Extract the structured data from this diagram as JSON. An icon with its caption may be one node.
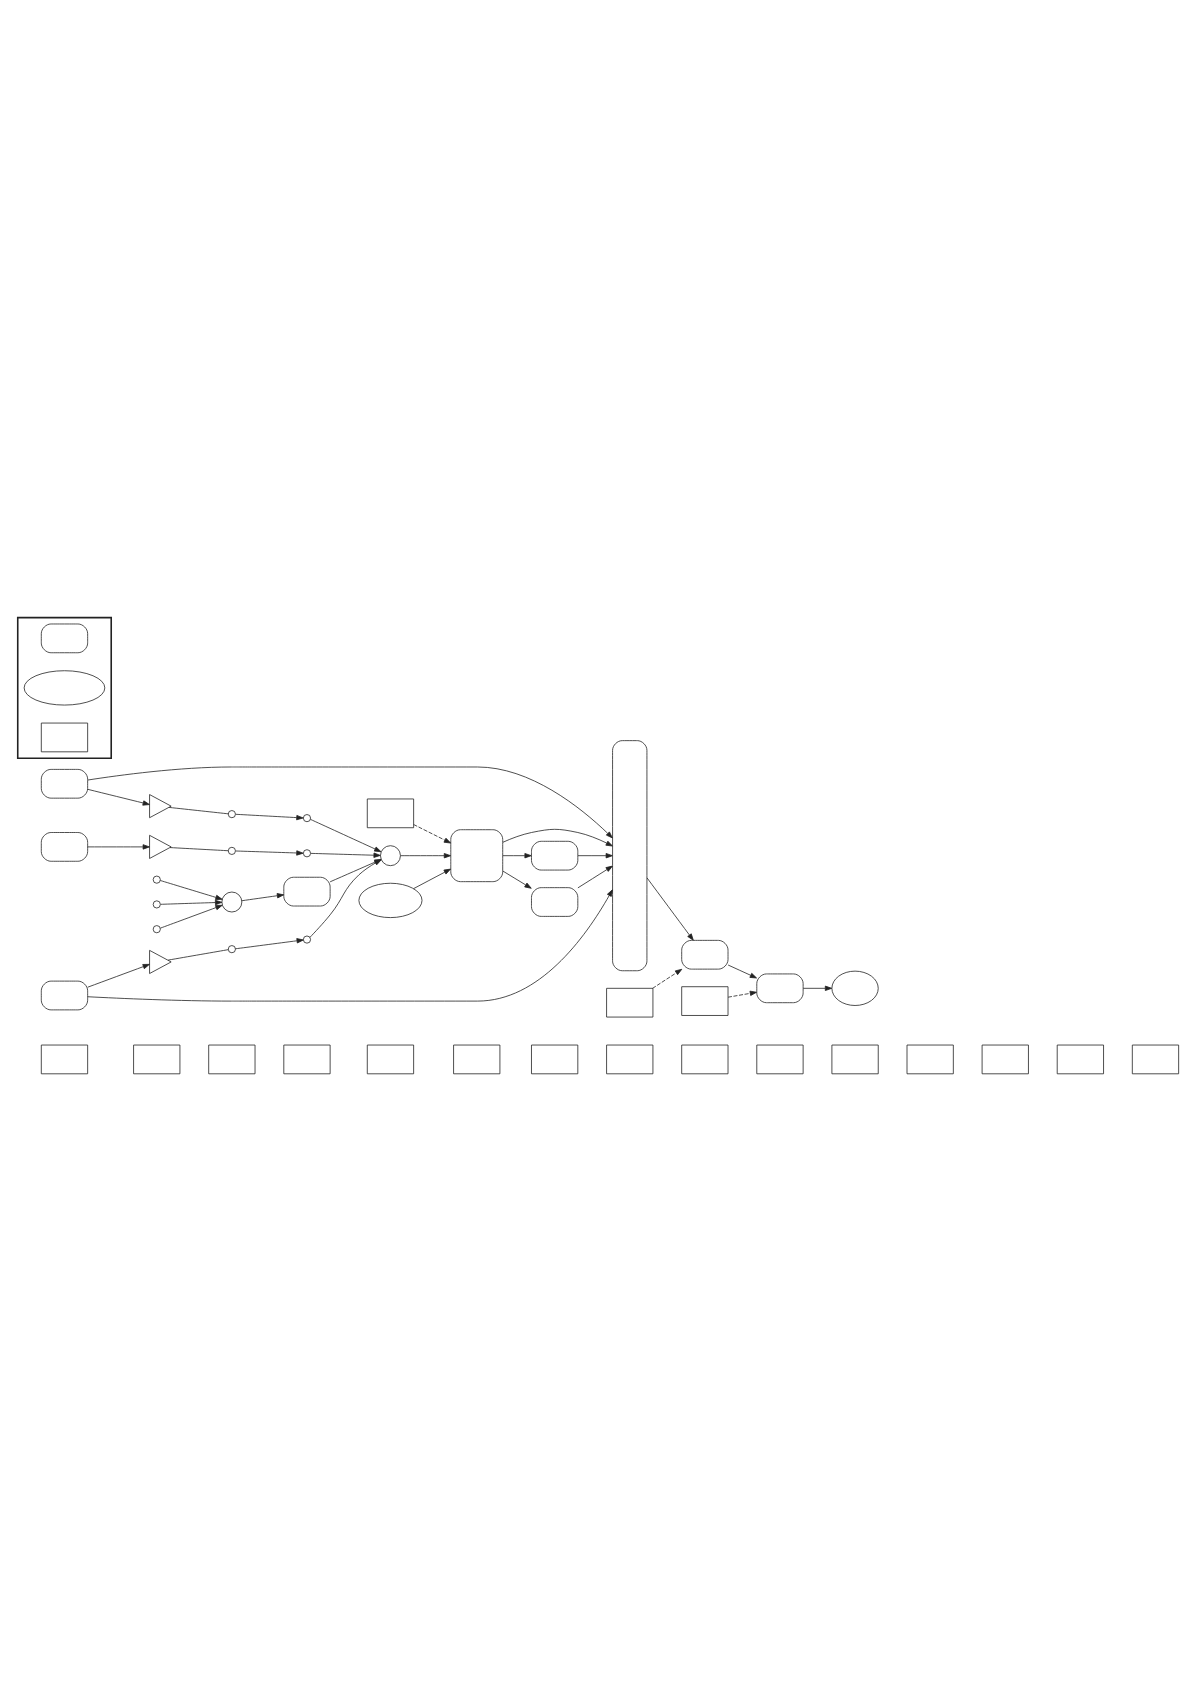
{
  "diagram": {
    "nodes": [
      {
        "text": [],
        "shape": "box"
      },
      {
        "text": [],
        "shape": "box"
      },
      {
        "text": [],
        "shape": "box"
      },
      {
        "text": [],
        "shape": "box"
      },
      {
        "text": [],
        "shape": "box"
      },
      {
        "text": [],
        "shape": "box"
      },
      {
        "text": [],
        "shape": "box"
      },
      {
        "text": [],
        "shape": "box"
      },
      {
        "text": [],
        "shape": "box"
      },
      {
        "text": [],
        "shape": "box"
      },
      {
        "text": [],
        "shape": "box"
      },
      {
        "text": [],
        "shape": "box"
      },
      {
        "text": [],
        "shape": "box"
      },
      {
        "text": [],
        "shape": "box"
      },
      {
        "text": [],
        "shape": "box"
      },
      {
        "text": [],
        "shape": "box"
      },
      {
        "text": [],
        "shape": "box"
      },
      {
        "text": [],
        "shape": "box"
      },
      {
        "text": [],
        "shape": "triangle"
      },
      {
        "text": [],
        "shape": "triangle"
      },
      {
        "text": [],
        "shape": "triangle"
      },
      {
        "text": [],
        "shape": "circle"
      },
      {
        "text": [],
        "shape": "circle"
      },
      {
        "text": [],
        "shape": "circle"
      },
      {
        "text": [],
        "shape": "circle"
      },
      {
        "text": [],
        "shape": "circle"
      },
      {
        "text": [],
        "shape": "circle"
      },
      {
        "text": [],
        "shape": "circle"
      },
      {
        "text": [],
        "shape": "circle"
      },
      {
        "text": [],
        "shape": "circle"
      },
      {
        "text": [],
        "shape": "circle"
      },
      {
        "text": [],
        "shape": "box"
      },
      {
        "text": [],
        "shape": "circle"
      },
      {
        "text": [],
        "shape": "box"
      },
      {
        "text": [],
        "shape": "box"
      },
      {
        "text": [],
        "shape": "box"
      },
      {
        "text": [],
        "shape": "bar"
      },
      {
        "text": [],
        "shape": "ellipse"
      },
      {
        "text": [],
        "shape": "box"
      },
      {
        "text": [],
        "shape": "box"
      },
      {
        "text": [],
        "shape": "box"
      },
      {
        "text": [],
        "shape": "ellipse"
      },
      {
        "text": [],
        "shape": "box"
      },
      {
        "text": [],
        "shape": "box"
      },
      {
        "text": [],
        "shape": "box"
      },
      {
        "text": [],
        "shape": "box",
        "in": 44
      },
      {
        "text": [],
        "shape": "ellipse",
        "in": 44
      },
      {
        "text": [],
        "shape": "box",
        "in": 44
      }
    ],
    "edges": [
      {
        "from": 15,
        "to": 18,
        "arrow": "to"
      },
      {
        "from": 15,
        "to": 36,
        "arrow": "to"
      },
      {
        "from": 16,
        "to": 19,
        "arrow": "to"
      },
      {
        "from": 17,
        "to": 20,
        "arrow": "to"
      },
      {
        "from": 17,
        "to": 36,
        "arrow": "to"
      },
      {
        "from": 18,
        "to": 21,
        "arrow": "none"
      },
      {
        "from": 19,
        "to": 22,
        "arrow": "none"
      },
      {
        "from": 20,
        "to": 23,
        "arrow": "none"
      },
      {
        "from": 21,
        "to": 24,
        "arrow": "to"
      },
      {
        "from": 22,
        "to": 26,
        "arrow": "to"
      },
      {
        "from": 23,
        "to": 28,
        "arrow": "to"
      },
      {
        "from": 24,
        "to": 32,
        "arrow": "to"
      },
      {
        "from": 25,
        "to": 30,
        "arrow": "to"
      },
      {
        "from": 26,
        "to": 32,
        "arrow": "to"
      },
      {
        "from": 27,
        "to": 30,
        "arrow": "to"
      },
      {
        "from": 28,
        "to": 32,
        "arrow": "to"
      },
      {
        "from": 29,
        "to": 30,
        "arrow": "to"
      },
      {
        "from": 30,
        "to": 31,
        "arrow": "to"
      },
      {
        "from": 31,
        "to": 32,
        "arrow": "to"
      },
      {
        "from": 32,
        "to": 33,
        "arrow": "to"
      },
      {
        "from": 33,
        "to": 34,
        "arrow": "to"
      },
      {
        "from": 33,
        "to": 35,
        "arrow": "to"
      },
      {
        "from": 34,
        "to": 36,
        "arrow": "to"
      },
      {
        "from": 35,
        "to": 36,
        "arrow": "to"
      },
      {
        "from": 33,
        "to": 36,
        "arrow": "to"
      },
      {
        "from": 37,
        "to": 33,
        "arrow": "to"
      },
      {
        "from": 38,
        "to": 33,
        "arrow": "to",
        "style": "dashed"
      },
      {
        "from": 36,
        "to": 39,
        "arrow": "to"
      },
      {
        "from": 39,
        "to": 40,
        "arrow": "to"
      },
      {
        "from": 40,
        "to": 41,
        "arrow": "to"
      },
      {
        "from": 42,
        "to": 39,
        "arrow": "to",
        "style": "dashed"
      },
      {
        "from": 43,
        "to": 40,
        "arrow": "to",
        "style": "dashed"
      }
    ]
  }
}
